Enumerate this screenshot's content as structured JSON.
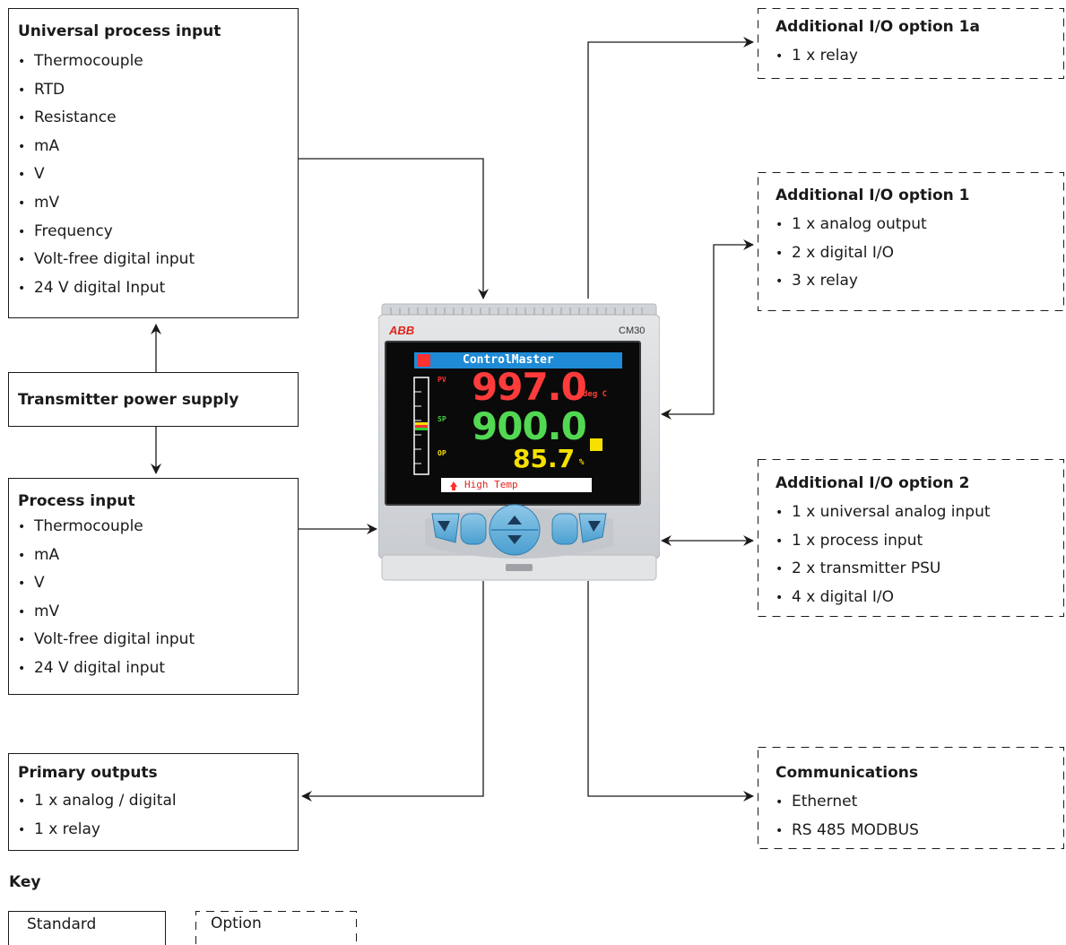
{
  "universal_input": {
    "title": "Universal process input",
    "items": [
      "Thermocouple",
      "RTD",
      "Resistance",
      "mA",
      "V",
      "mV",
      "Frequency",
      "Volt-free digital input",
      "24 V digital Input"
    ]
  },
  "transmitter": {
    "title": "Transmitter power supply"
  },
  "process_input": {
    "title": "Process input",
    "items": [
      "Thermocouple",
      "mA",
      "V",
      "mV",
      "Volt-free digital input",
      "24 V digital input"
    ]
  },
  "primary_outputs": {
    "title": "Primary outputs",
    "items": [
      "1 x analog / digital",
      "1 x relay"
    ]
  },
  "option_1a": {
    "title": "Additional I/O option 1a",
    "items": [
      "1 x relay"
    ]
  },
  "option_1": {
    "title": "Additional I/O option 1",
    "items": [
      "1 x analog output",
      "2 x digital I/O",
      "3 x relay"
    ]
  },
  "option_2": {
    "title": "Additional I/O option 2",
    "items": [
      "1 x universal analog input",
      "1 x process input",
      "2 x transmitter PSU",
      "4 x digital I/O"
    ]
  },
  "communications": {
    "title": "Communications",
    "items": [
      "Ethernet",
      "RS 485 MODBUS"
    ]
  },
  "device": {
    "brand": "ABB",
    "model": "CM30",
    "banner": "ControlMaster",
    "pv_label": "PV",
    "pv_value": "997.0",
    "pv_unit": "deg C",
    "sp_label": "SP",
    "sp_value": "900.0",
    "op_label": "OP",
    "op_value": "85.7",
    "op_unit": "%",
    "alarm": "High Temp"
  },
  "key": {
    "title": "Key",
    "standard": "Standard",
    "option": "Option"
  }
}
